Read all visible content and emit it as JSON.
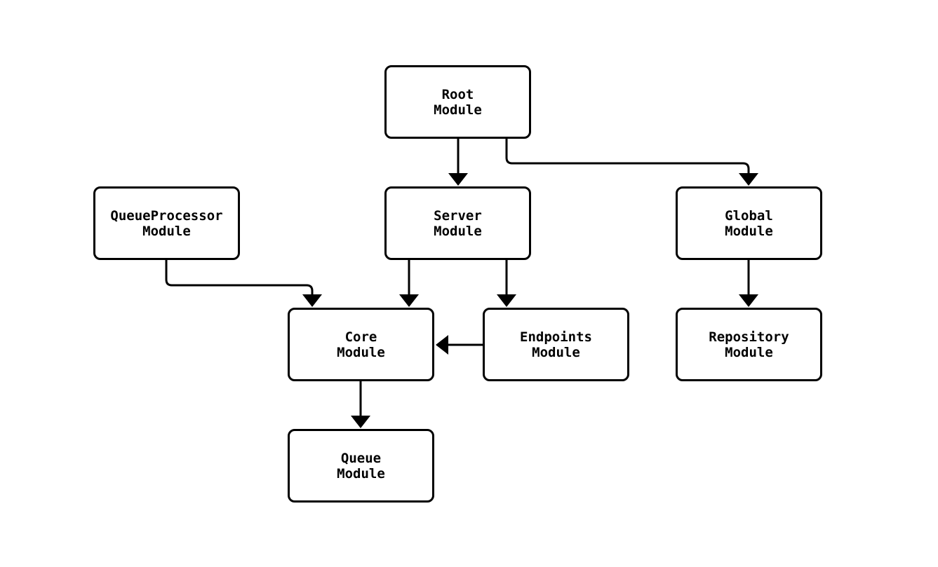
{
  "diagram": {
    "type": "module-dependency-flowchart",
    "background_color": "#ffffff",
    "node_fill_color": "#ffffff",
    "node_border_color": "#000000",
    "edge_color": "#000000",
    "text_color": "#000000",
    "nodes": [
      {
        "id": "root",
        "line1": "Root",
        "line2": "Module"
      },
      {
        "id": "server",
        "line1": "Server",
        "line2": "Module"
      },
      {
        "id": "global",
        "line1": "Global",
        "line2": "Module"
      },
      {
        "id": "queueprocessor",
        "line1": "QueueProcessor",
        "line2": "Module"
      },
      {
        "id": "core",
        "line1": "Core",
        "line2": "Module"
      },
      {
        "id": "endpoints",
        "line1": "Endpoints",
        "line2": "Module"
      },
      {
        "id": "repository",
        "line1": "Repository",
        "line2": "Module"
      },
      {
        "id": "queue",
        "line1": "Queue",
        "line2": "Module"
      }
    ],
    "edges": [
      {
        "from": "Root Module",
        "to": "Server Module"
      },
      {
        "from": "Root Module",
        "to": "Global Module"
      },
      {
        "from": "QueueProcessor Module",
        "to": "Core Module"
      },
      {
        "from": "Server Module",
        "to": "Core Module"
      },
      {
        "from": "Server Module",
        "to": "Endpoints Module"
      },
      {
        "from": "Endpoints Module",
        "to": "Core Module"
      },
      {
        "from": "Global Module",
        "to": "Repository Module"
      },
      {
        "from": "Core Module",
        "to": "Queue Module"
      }
    ]
  }
}
